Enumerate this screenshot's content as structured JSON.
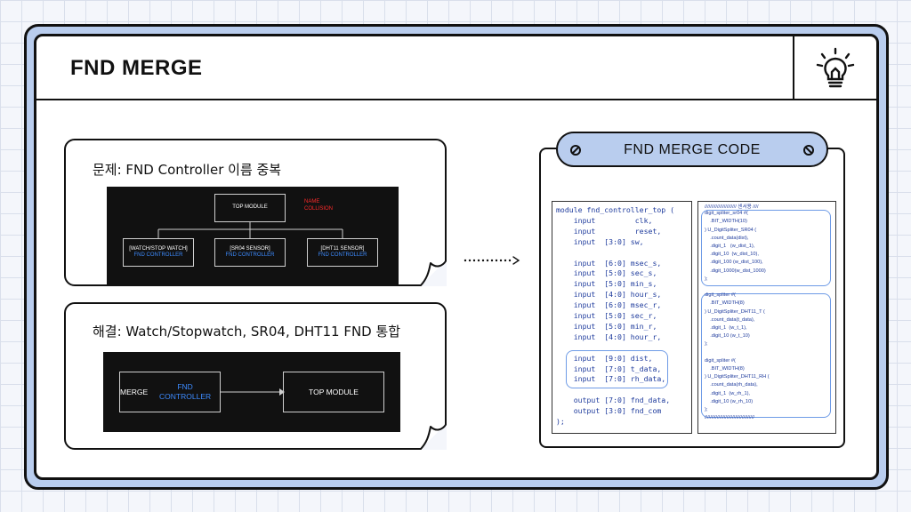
{
  "slide": {
    "title": "FND MERGE",
    "colors": {
      "accent": "#b9cdee",
      "code_blue": "#1d3a9c",
      "highlight": "#6e9be6",
      "name_red": "#ff2a2a",
      "fnd_blue": "#3d8bff"
    }
  },
  "problem": {
    "label": "문제: FND Controller 이름 중복",
    "diagram": {
      "top_module": "TOP MODULE",
      "collision": "NAME COLLISION",
      "boxes": [
        {
          "title": "[WATCH/STOP WATCH]",
          "sub": "FND CONTROLLER"
        },
        {
          "title": "[SR04 SENSOR]",
          "sub": "FND CONTROLLER"
        },
        {
          "title": "[DHT11 SENSOR]",
          "sub": "FND CONTROLLER"
        }
      ]
    }
  },
  "solution": {
    "label": "해결: Watch/Stopwatch, SR04, DHT11 FND 통합",
    "diagram": {
      "merge_prefix": "MERGE",
      "merge_suffix": "FND CONTROLLER",
      "top_module": "TOP MODULE"
    }
  },
  "code": {
    "header": "FND MERGE CODE",
    "left_lines": [
      "module fnd_controller_top (",
      "    input         clk,",
      "    input         reset,",
      "    input  [3:0] sw,",
      "",
      "    input  [6:0] msec_s,",
      "    input  [5:0] sec_s,",
      "    input  [5:0] min_s,",
      "    input  [4:0] hour_s,",
      "    input  [6:0] msec_r,",
      "    input  [5:0] sec_r,",
      "    input  [5:0] min_r,",
      "    input  [4:0] hour_r,",
      "",
      "    input  [9:0] dist,",
      "    input  [7:0] t_data,",
      "    input  [7:0] rh_data,",
      "",
      "    output [7:0] fnd_data,",
      "    output [3:0] fnd_com",
      ");"
    ],
    "right_lines": [
      "/////////////////////// 센서용 ////",
      "digit_spliter_sr04 #(",
      "    .BIT_WIDTH(10)",
      ") U_DigitSpliter_SR04 (",
      "    .count_data(dist),",
      "    .digit_1   (w_dist_1),",
      "    .digit_10  (w_dist_10),",
      "    .digit_100 (w_dist_100),",
      "    .digit_1000(w_dist_1000)",
      ");",
      "",
      "digit_spliter #(",
      "    .BIT_WIDTH(8)",
      ") U_DigitSpliter_DHT11_T (",
      "    .count_data(t_data),",
      "    .digit_1  (w_t_1),",
      "    .digit_10 (w_t_10)",
      ");",
      "",
      "digit_spliter #(",
      "    .BIT_WIDTH(8)",
      ") U_DigitSpliter_DHT11_RH (",
      "    .count_data(rh_data),",
      "    .digit_1  (w_rh_1),",
      "    .digit_10 (w_rh_10)",
      ");",
      "////////////////////////////////////"
    ]
  }
}
